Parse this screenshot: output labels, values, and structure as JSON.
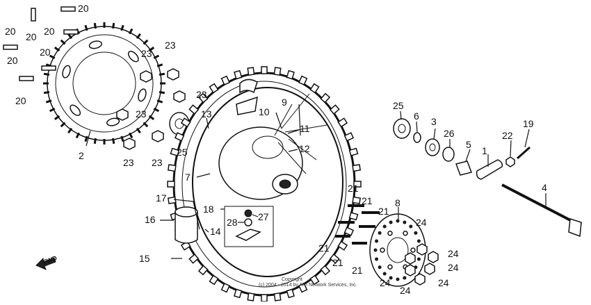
{
  "diagram": {
    "callouts": [
      "1",
      "2",
      "3",
      "4",
      "5",
      "6",
      "7",
      "8",
      "9",
      "10",
      "11",
      "12",
      "13",
      "14",
      "15",
      "16",
      "17",
      "18",
      "19",
      "20",
      "21",
      "22",
      "23",
      "24",
      "25",
      "26",
      "27",
      "28"
    ],
    "fwd_label": "FWD",
    "copyright_line1": "Copyright",
    "copyright_line2": "(c) 2004 - 2014 by ARI Network Services, Inc."
  },
  "colors": {
    "ink": "#111111",
    "background": "#ffffff"
  }
}
